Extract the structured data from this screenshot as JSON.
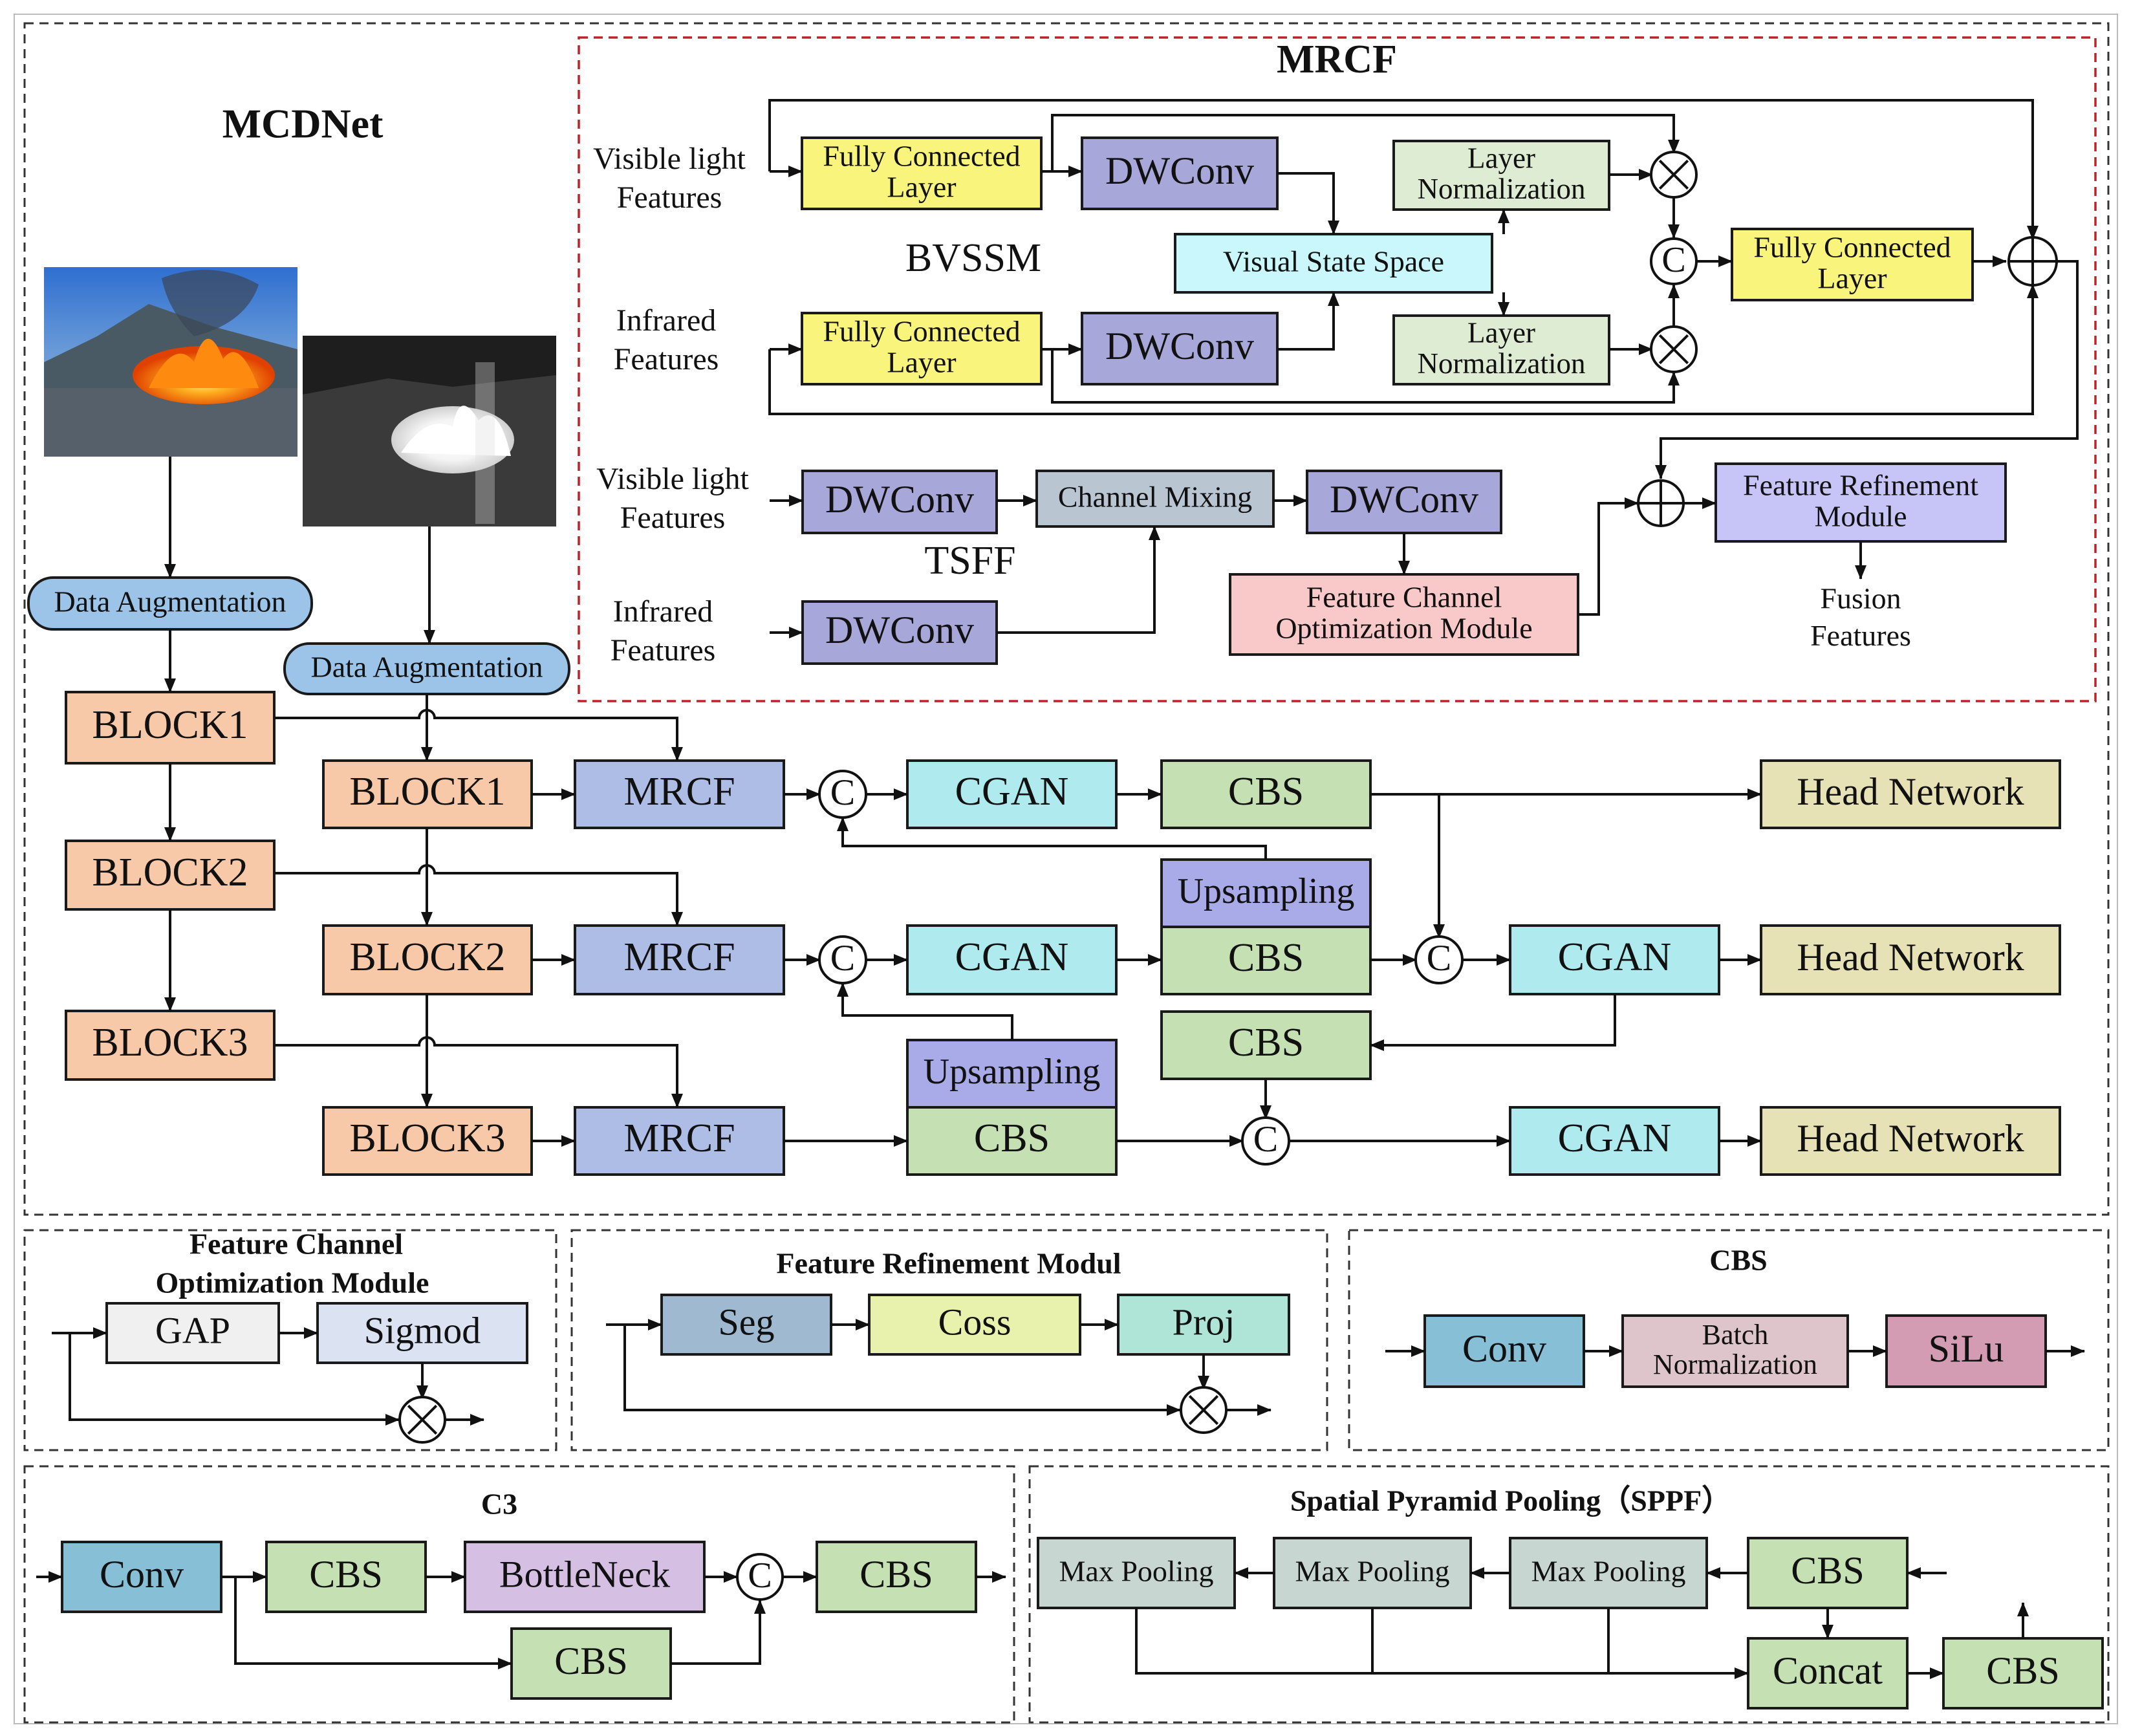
{
  "titles": {
    "mcdnet": "MCDNet",
    "mrcf": "MRCF",
    "bvssm": "BVSSM",
    "tsff": "TSFF",
    "fcom": [
      "Feature Channel",
      "Optimization Module"
    ],
    "frm": "Feature Refinement Modul",
    "cbs": "CBS",
    "c3": "C3",
    "sppf": "Spatial Pyramid Pooling（SPPF）"
  },
  "mrcf": {
    "visible_features": [
      "Visible light",
      "Features"
    ],
    "infrared_features": [
      "Infrared",
      "Features"
    ],
    "fc_layer": [
      "Fully Connected",
      "Layer"
    ],
    "dwconv": "DWConv",
    "vss": "Visual State Space",
    "layer_norm": [
      "Layer",
      "Normalization"
    ],
    "concat_symbol": "C",
    "channel_mixing": "Channel Mixing",
    "fcom_block": [
      "Feature Channel",
      "Optimization Module"
    ],
    "frm_block": [
      "Feature Refinement",
      "Module"
    ],
    "fusion": [
      "Fusion",
      "Features"
    ]
  },
  "main": {
    "data_aug": "Data Augmentation",
    "block1": "BLOCK1",
    "block2": "BLOCK2",
    "block3": "BLOCK3",
    "mrcf": "MRCF",
    "cgan": "CGAN",
    "cbs": "CBS",
    "upsampling": "Upsampling",
    "head": "Head Network",
    "concat_symbol": "C"
  },
  "fcom_panel": {
    "gap": "GAP",
    "sigmod": "Sigmod"
  },
  "frm_panel": {
    "seg": "Seg",
    "coss": "Coss",
    "proj": "Proj"
  },
  "cbs_panel": {
    "conv": "Conv",
    "bn": [
      "Batch",
      "Normalization"
    ],
    "silu": "SiLu"
  },
  "c3_panel": {
    "conv": "Conv",
    "cbs": "CBS",
    "bottleneck": "BottleNeck",
    "concat_symbol": "C"
  },
  "sppf_panel": {
    "maxpool": "Max Pooling",
    "cbs": "CBS",
    "concat": "Concat"
  },
  "colors": {
    "fc_yellow": "#f8f47c",
    "dwconv_purple": "#a7a7d9",
    "vss_cyan": "#c9f7fb",
    "layernorm_green": "#dfecd4",
    "channel_mix_grey": "#b9c6d1",
    "fcom_pink": "#f9c9c9",
    "frm_lavender": "#c7c5f8",
    "data_aug_blue": "#9cc4e9",
    "block_peach": "#f8c9a8",
    "mrcf_blue": "#aebde6",
    "cgan_cyan": "#aeeaee",
    "cbs_green": "#c5e0b2",
    "upsampling_purple": "#a9aae8",
    "head_tan": "#e6e2b5",
    "gap_grey": "#f0f0f0",
    "sigmod_blue": "#dbe2f2",
    "seg_steel": "#9fbad0",
    "coss_lime": "#e8f2ad",
    "proj_mint": "#aee5d7",
    "conv_teal": "#86bfd6",
    "bn_mauve": "#ddc5cb",
    "silu_rose": "#d39cb2",
    "bottleneck_lilac": "#d5c0e4",
    "maxpool_grey": "#c8d6d1"
  }
}
